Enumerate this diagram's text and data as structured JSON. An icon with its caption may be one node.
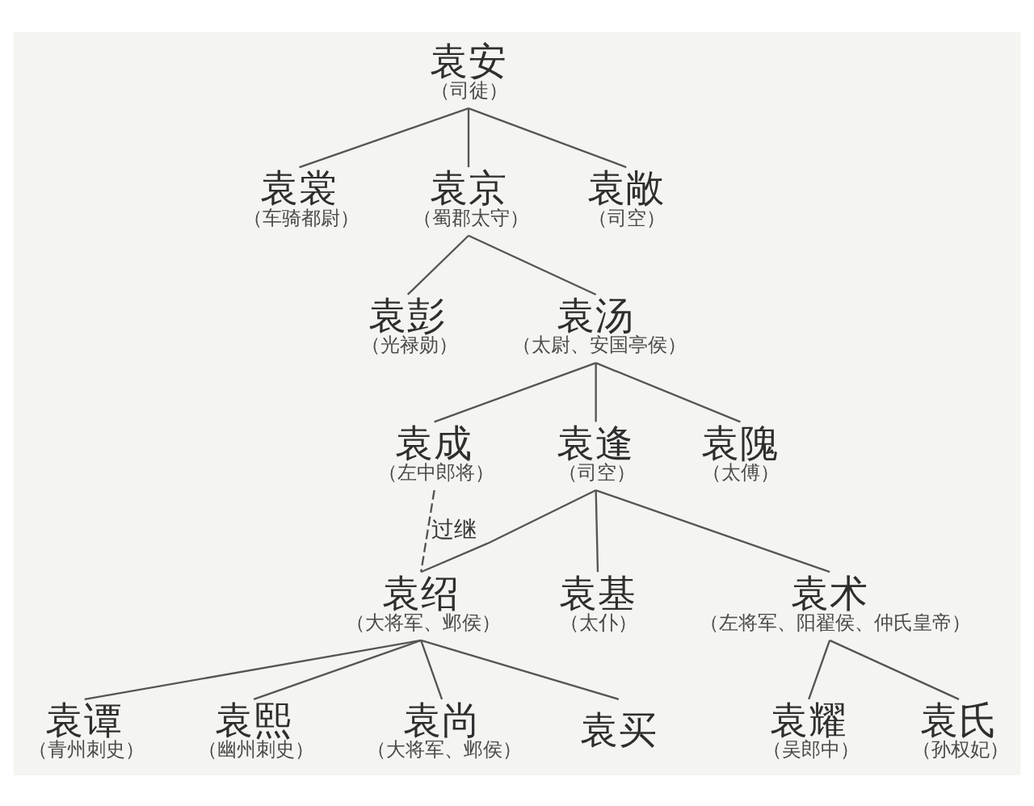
{
  "diagram": {
    "nodes": [
      {
        "text": [
          "袁安",
          "（司徒）"
        ]
      },
      {
        "text": [
          "袁裳",
          "（车骑都尉）"
        ]
      },
      {
        "text": [
          "袁京",
          "（蜀郡太守）"
        ]
      },
      {
        "text": [
          "袁敞",
          "（司空）"
        ]
      },
      {
        "text": [
          "袁彭",
          "（光禄勋）"
        ]
      },
      {
        "text": [
          "袁汤",
          "（太尉、安国亭侯）"
        ]
      },
      {
        "text": [
          "袁成",
          "（左中郎将）"
        ]
      },
      {
        "text": [
          "袁逢",
          "（司空）"
        ]
      },
      {
        "text": [
          "袁隗",
          "（太傅）"
        ]
      },
      {
        "text": [
          "袁绍",
          "（大将军、邺侯）"
        ]
      },
      {
        "text": [
          "袁基",
          "（太仆）"
        ]
      },
      {
        "text": [
          "袁术",
          "（左将军、阳翟侯、仲氏皇帝）"
        ]
      },
      {
        "text": [
          "袁谭",
          "（青州刺史）"
        ]
      },
      {
        "text": [
          "袁熙",
          "（幽州刺史）"
        ]
      },
      {
        "text": [
          "袁尚",
          "（大将军、邺侯）"
        ]
      },
      {
        "text": [
          "袁买"
        ]
      },
      {
        "text": [
          "袁耀",
          "（吴郎中）"
        ]
      },
      {
        "text": [
          "袁氏",
          "（孙权妃）"
        ]
      }
    ],
    "edges": [
      {
        "from": 0,
        "to": 1,
        "arrow": "none"
      },
      {
        "from": 0,
        "to": 2,
        "arrow": "none"
      },
      {
        "from": 0,
        "to": 3,
        "arrow": "none"
      },
      {
        "from": 2,
        "to": 4,
        "arrow": "none"
      },
      {
        "from": 2,
        "to": 5,
        "arrow": "none"
      },
      {
        "from": 5,
        "to": 6,
        "arrow": "none"
      },
      {
        "from": 5,
        "to": 7,
        "arrow": "none"
      },
      {
        "from": 5,
        "to": 8,
        "arrow": "none"
      },
      {
        "from": 6,
        "to": 9,
        "arrow": "none",
        "style": "dashed",
        "label": "过继"
      },
      {
        "from": 7,
        "to": 9,
        "arrow": "none"
      },
      {
        "from": 7,
        "to": 10,
        "arrow": "none"
      },
      {
        "from": 7,
        "to": 11,
        "arrow": "none"
      },
      {
        "from": 9,
        "to": 12,
        "arrow": "none"
      },
      {
        "from": 9,
        "to": 13,
        "arrow": "none"
      },
      {
        "from": 9,
        "to": 14,
        "arrow": "none"
      },
      {
        "from": 9,
        "to": 15,
        "arrow": "none"
      },
      {
        "from": 11,
        "to": 16,
        "arrow": "none"
      },
      {
        "from": 11,
        "to": 17,
        "arrow": "none"
      }
    ]
  }
}
